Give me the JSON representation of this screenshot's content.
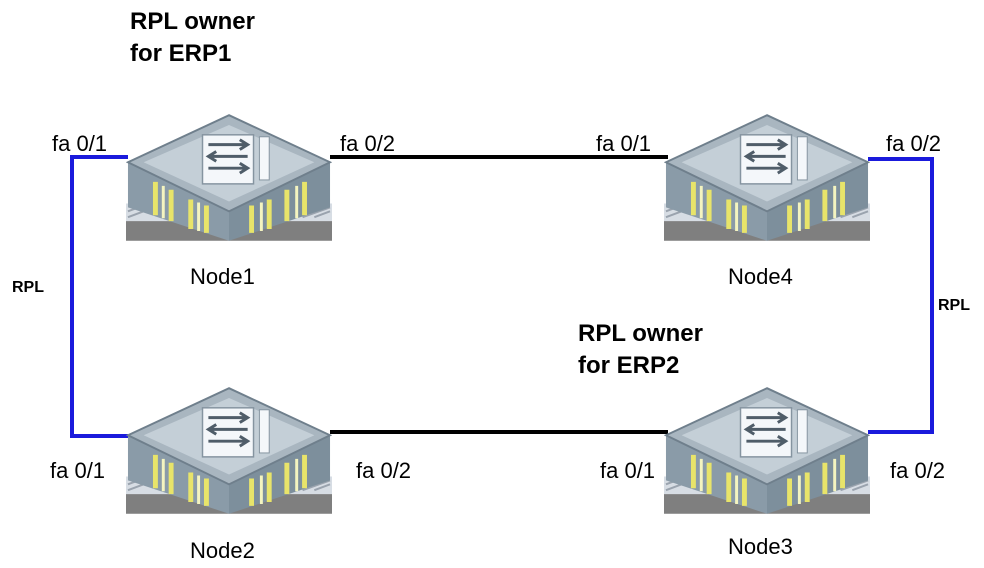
{
  "owners": {
    "erp1": {
      "line1": "RPL owner",
      "line2": "for ERP1"
    },
    "erp2": {
      "line1": "RPL owner",
      "line2": "for ERP2"
    }
  },
  "nodes": {
    "node1": {
      "label": "Node1",
      "port_left": "fa 0/1",
      "port_right": "fa 0/2"
    },
    "node2": {
      "label": "Node2",
      "port_left": "fa 0/1",
      "port_right": "fa 0/2"
    },
    "node3": {
      "label": "Node3",
      "port_left": "fa 0/1",
      "port_right": "fa 0/2"
    },
    "node4": {
      "label": "Node4",
      "port_left": "fa 0/1",
      "port_right": "fa 0/2"
    }
  },
  "links": {
    "rpl_left_label": "RPL",
    "rpl_right_label": "RPL"
  },
  "colors": {
    "rpl_link": "#1a1adc",
    "normal_link": "#000000"
  },
  "icons": {
    "node": "network-switch-icon"
  }
}
